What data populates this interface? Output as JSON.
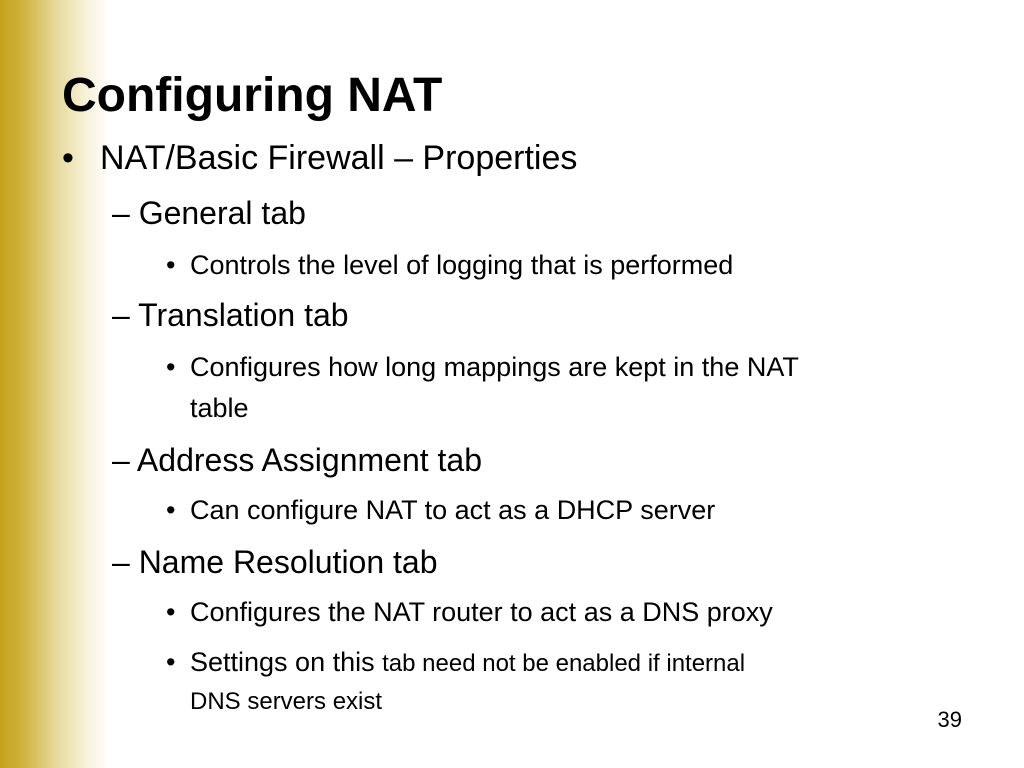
{
  "slide": {
    "title": "Configuring NAT",
    "bullet": "NAT/Basic Firewall – Properties",
    "general_tab": "– General tab",
    "general_tab_detail": "Controls the level of logging that is performed",
    "translation_tab": "– Translation tab",
    "translation_tab_detail_line1": "Configures how long mappings are kept in the NAT",
    "translation_tab_detail_line2": "table",
    "address_assignment_tab": "– Address Assignment tab",
    "address_assignment_tab_detail": "Can configure NAT to act as a DHCP server",
    "name_resolution_tab": "– Name Resolution tab",
    "name_resolution_tab_detail": "Configures the NAT router to act as a DNS proxy",
    "settings_note_part1": "Settings on this ",
    "settings_note_part2": "tab need not be enabled if internal",
    "settings_note_line2": "DNS servers exist",
    "bullet_glyph": "•",
    "page_number": "39"
  },
  "colors": {
    "side_band": "#c4a21c",
    "text": "#000000",
    "background": "#ffffff"
  }
}
